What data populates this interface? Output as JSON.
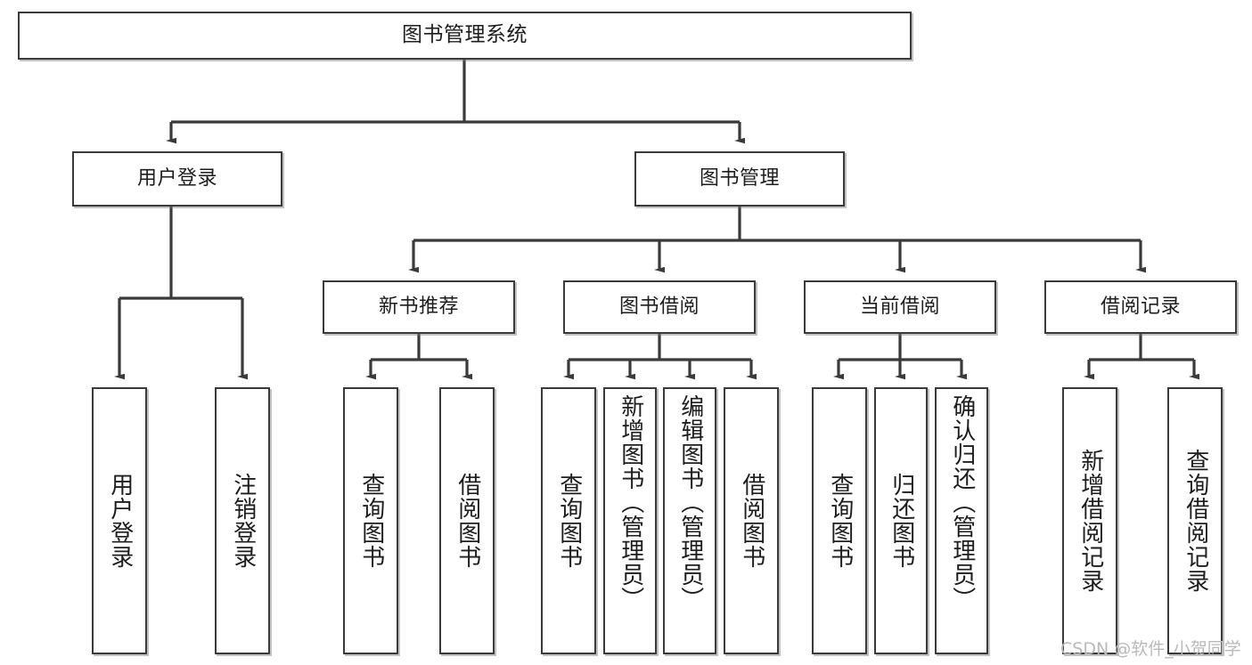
{
  "diagram": {
    "type": "tree",
    "title": "图书管理系统",
    "watermark": "CSDN @软件_小贺同学",
    "colors": {
      "box_border": "#3a3a3a",
      "box_fill": "#ffffff",
      "edge": "#3a3a3a",
      "text": "#1d1d1d",
      "watermark": "#b9b9b9",
      "background": "#ffffff"
    },
    "nodes": {
      "root": {
        "label": "图书管理系统",
        "level": 1
      },
      "l2": [
        {
          "id": "user_login",
          "label": "用户登录",
          "level": 2
        },
        {
          "id": "book_manage",
          "label": "图书管理",
          "level": 2
        }
      ],
      "l3": [
        {
          "id": "new_book_rec",
          "label": "新书推荐",
          "level": 3,
          "parent": "book_manage"
        },
        {
          "id": "book_borrow",
          "label": "图书借阅",
          "level": 3,
          "parent": "book_manage"
        },
        {
          "id": "current_borrow",
          "label": "当前借阅",
          "level": 3,
          "parent": "book_manage"
        },
        {
          "id": "borrow_record",
          "label": "借阅记录",
          "level": 3,
          "parent": "book_manage"
        }
      ],
      "leaves": [
        {
          "id": "leaf_user_login",
          "label": "用户登录",
          "parent": "user_login"
        },
        {
          "id": "leaf_user_logout",
          "label": "注销登录",
          "parent": "user_login"
        },
        {
          "id": "leaf_query_book_1",
          "label": "查询图书",
          "parent": "new_book_rec"
        },
        {
          "id": "leaf_borrow_book_1",
          "label": "借阅图书",
          "parent": "new_book_rec"
        },
        {
          "id": "leaf_query_book_2",
          "label": "查询图书",
          "parent": "book_borrow"
        },
        {
          "id": "leaf_add_book",
          "label": "新增图书（管理员）",
          "parent": "book_borrow"
        },
        {
          "id": "leaf_edit_book",
          "label": "编辑图书（管理员）",
          "parent": "book_borrow"
        },
        {
          "id": "leaf_borrow_book_2",
          "label": "借阅图书",
          "parent": "book_borrow"
        },
        {
          "id": "leaf_query_book_3",
          "label": "查询图书",
          "parent": "current_borrow"
        },
        {
          "id": "leaf_return_book",
          "label": "归还图书",
          "parent": "current_borrow"
        },
        {
          "id": "leaf_confirm_return",
          "label": "确认归还（管理员）",
          "parent": "current_borrow"
        },
        {
          "id": "leaf_add_record",
          "label": "新增借阅记录",
          "parent": "borrow_record"
        },
        {
          "id": "leaf_query_record",
          "label": "查询借阅记录",
          "parent": "borrow_record"
        }
      ]
    }
  }
}
